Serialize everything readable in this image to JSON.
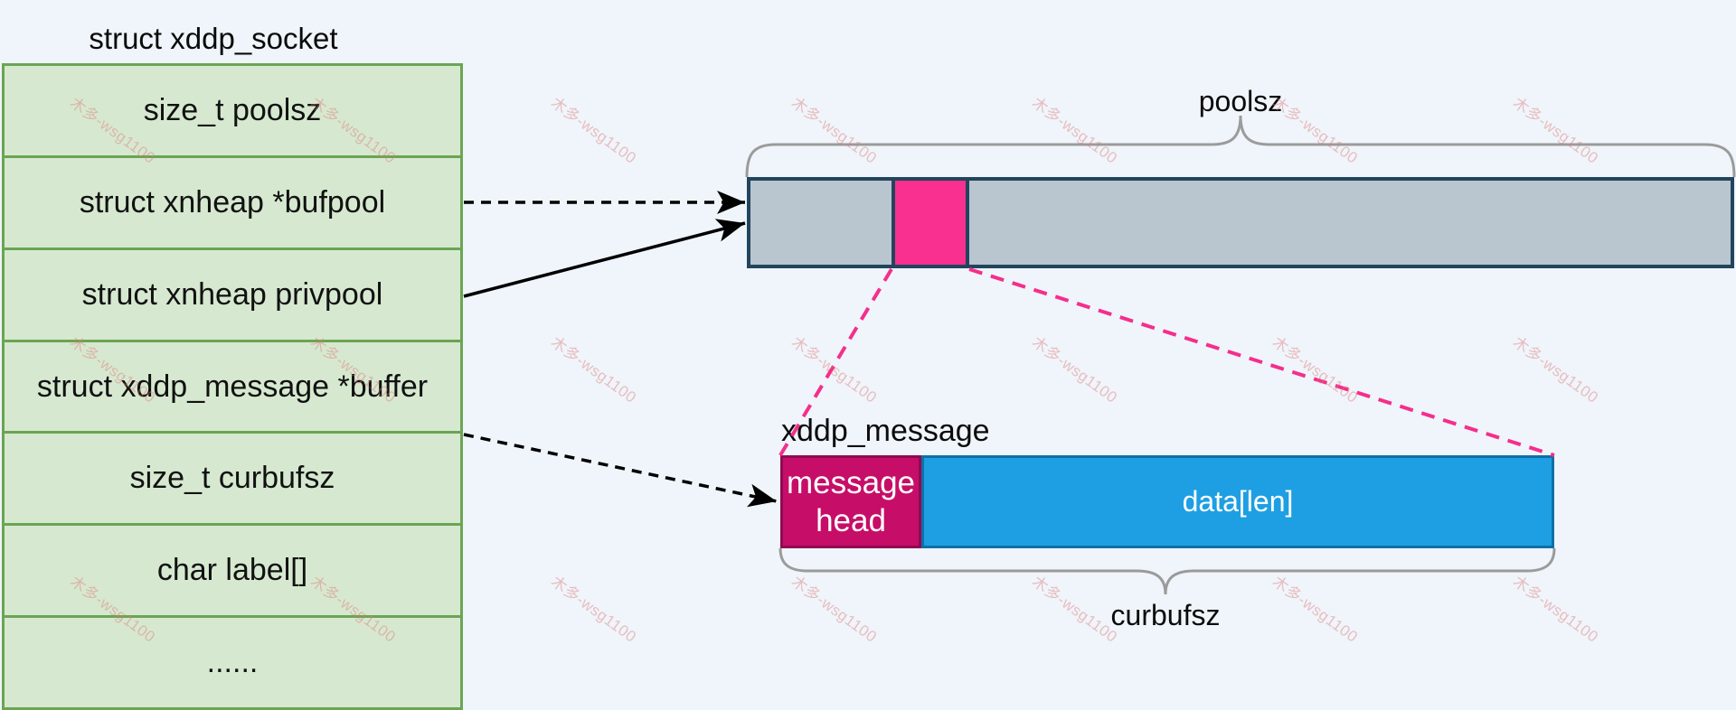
{
  "background_color": "#EFF5FA",
  "watermark": {
    "text": "木多-wsg1100",
    "color": "#E17A7A"
  },
  "struct_table": {
    "title": "struct xddp_socket",
    "fill": "#D6E9D0",
    "border_color": "#6BA553",
    "rows": [
      "size_t poolsz",
      "struct xnheap *bufpool",
      "struct xnheap privpool",
      "struct xddp_message *buffer",
      "size_t curbufsz",
      "char label[]",
      "......"
    ]
  },
  "pool": {
    "label": "poolsz",
    "bar_fill": "#B9C5CF",
    "bar_border": "#23445D",
    "used_segment_fill": "#F93090",
    "brace_color": "#9B9B9B"
  },
  "message": {
    "label": "xddp_message",
    "size_label": "curbufsz",
    "head": {
      "line1": "message",
      "line2": "head",
      "fill": "#C60E68",
      "border": "#8F0A52"
    },
    "data_label": "data[len]",
    "data_fill": "#1E9FE3",
    "data_border": "#0F6FA6"
  },
  "connectors": {
    "arrow_color": "#000000",
    "detail_line_color": "#F52E8C",
    "brace_color": "#9B9B9B"
  }
}
